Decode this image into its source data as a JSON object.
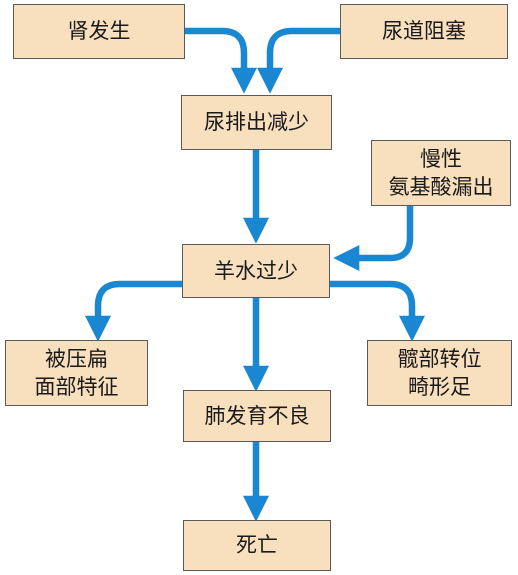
{
  "colors": {
    "box_fill": "#f8dfbe",
    "box_border": "#5a5a5a",
    "arrow": "#1a87d2"
  },
  "nodes": {
    "renal_dysgenesis": "肾发生",
    "urinary_obstruction": "尿道阻塞",
    "reduced_urine_output": "尿排出减少",
    "chronic_amniotic_leakage": "慢性\n氨基酸漏出",
    "oligohydramnios": "羊水过少",
    "compressed_face": "被压扁\n面部特征",
    "hip_dislocation_clubfoot": "髋部转位\n畸形足",
    "pulmonary_hypoplasia": "肺发育不良",
    "death": "死亡"
  }
}
